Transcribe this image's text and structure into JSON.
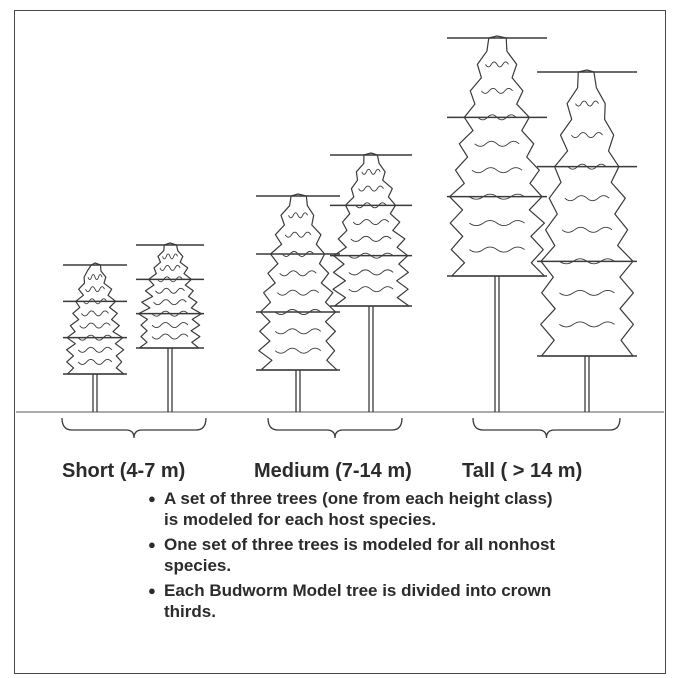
{
  "height_classes": [
    {
      "label": "Short (4-7 m)"
    },
    {
      "label": "Medium (7-14 m)"
    },
    {
      "label": "Tall ( > 14 m)"
    }
  ],
  "notes": [
    "A set of three trees (one from each height class) is modeled for each host species.",
    "One set of three trees is modeled for all nonhost species.",
    "Each Budworm Model tree is divided into crown thirds."
  ],
  "colors": {
    "line": "#3a3a3a",
    "frame": "#4a4a4a",
    "text": "#2b2b2b"
  },
  "crown_division": "thirds"
}
